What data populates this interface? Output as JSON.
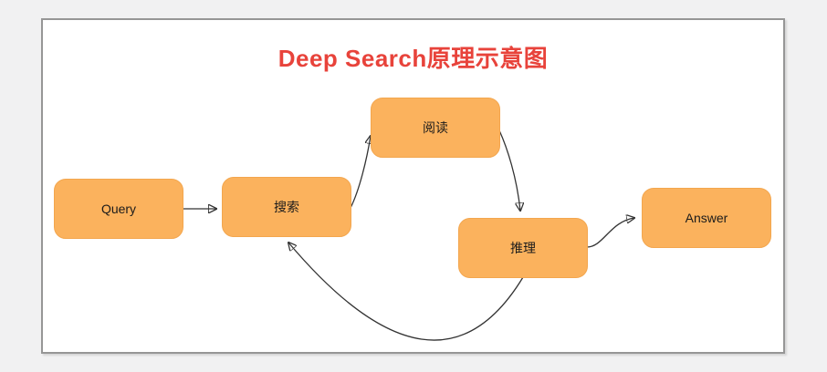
{
  "canvas": {
    "title": "Deep Search原理示意图"
  },
  "colors": {
    "page_bg": "#f1f1f2",
    "canvas_bg": "#ffffff",
    "canvas_border": "#969696",
    "title": "#e8433b",
    "node_fill": "#fbb25d",
    "node_border": "#f3a64e",
    "edge": "#333333",
    "node_text": "#1b1b1b"
  },
  "nodes": [
    {
      "id": "query",
      "label": "Query"
    },
    {
      "id": "search",
      "label": "搜索"
    },
    {
      "id": "read",
      "label": "阅读"
    },
    {
      "id": "reason",
      "label": "推理"
    },
    {
      "id": "answer",
      "label": "Answer"
    }
  ],
  "edges": [
    {
      "from": "query",
      "to": "search"
    },
    {
      "from": "search",
      "to": "read"
    },
    {
      "from": "read",
      "to": "reason"
    },
    {
      "from": "reason",
      "to": "answer"
    },
    {
      "from": "reason",
      "to": "search"
    }
  ]
}
